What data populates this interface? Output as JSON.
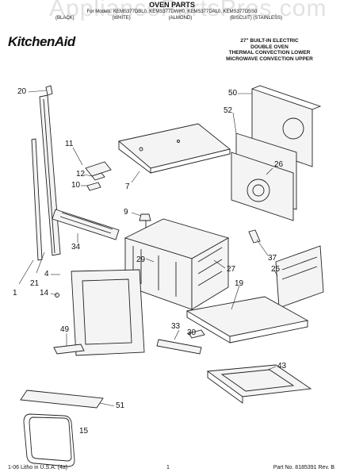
{
  "watermark": "AppliancePartsPros.com",
  "header": {
    "title": "OVEN PARTS",
    "for_models": "For Models: KEMS377DBL0, KEMS377DWH0, KEMS377DAL0, KEMS377DSS0",
    "colors": [
      "(BLACK)",
      "(WHITE)",
      "(ALMOND)",
      "(BISCUIT) (STAINLESS)"
    ]
  },
  "brand": "KitchenAid",
  "description": [
    "27\" BUILT-IN ELECTRIC",
    "DOUBLE OVEN",
    "THERMAL CONVECTION LOWER",
    "MICROWAVE CONVECTION UPPER"
  ],
  "footer": {
    "left": "1-06 Litho in U.S.A. (4a)",
    "center": "1",
    "right": "Part No. 8185391 Rev. B"
  },
  "callouts": [
    {
      "id": "c20",
      "text": "20"
    },
    {
      "id": "c1",
      "text": "1"
    },
    {
      "id": "c21",
      "text": "21"
    },
    {
      "id": "c11",
      "text": "11"
    },
    {
      "id": "c12",
      "text": "12"
    },
    {
      "id": "c10",
      "text": "10"
    },
    {
      "id": "c7",
      "text": "7"
    },
    {
      "id": "c9",
      "text": "9"
    },
    {
      "id": "c34",
      "text": "34"
    },
    {
      "id": "c4",
      "text": "4"
    },
    {
      "id": "c14",
      "text": "14"
    },
    {
      "id": "c29",
      "text": "29"
    },
    {
      "id": "c27",
      "text": "27"
    },
    {
      "id": "c50",
      "text": "50"
    },
    {
      "id": "c52",
      "text": "52"
    },
    {
      "id": "c26",
      "text": "26"
    },
    {
      "id": "c37",
      "text": "37"
    },
    {
      "id": "c25",
      "text": "25"
    },
    {
      "id": "c19",
      "text": "19"
    },
    {
      "id": "c49",
      "text": "49"
    },
    {
      "id": "c33",
      "text": "33"
    },
    {
      "id": "c30",
      "text": "30"
    },
    {
      "id": "c43",
      "text": "43"
    },
    {
      "id": "c51",
      "text": "51"
    },
    {
      "id": "c15",
      "text": "15"
    }
  ]
}
